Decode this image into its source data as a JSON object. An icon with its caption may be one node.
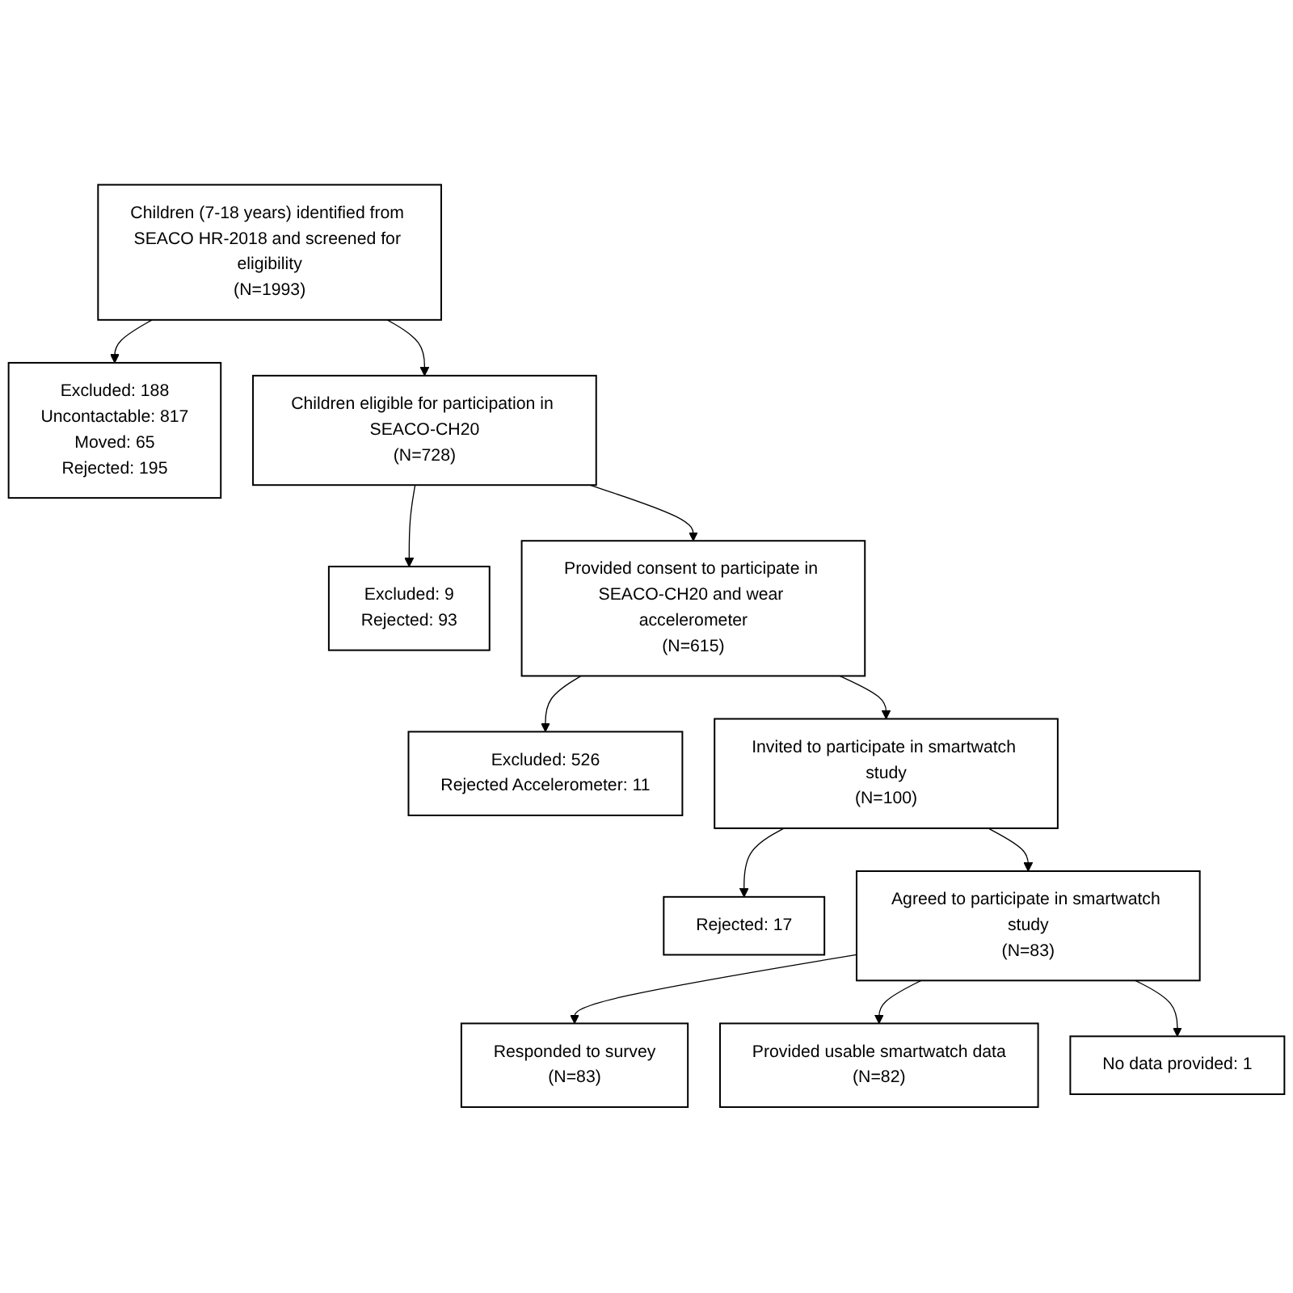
{
  "diagram": {
    "nodes": [
      {
        "text": [
          "Children (7-18 years) identified from SEACO HR-2018 and screened for eligibility",
          "(N=1993)"
        ]
      },
      {
        "text": [
          "Excluded: 188",
          "Uncontactable: 817",
          "Moved: 65",
          "Rejected: 195"
        ]
      },
      {
        "text": [
          "Children eligible for participation in SEACO-CH20",
          "(N=728)"
        ]
      },
      {
        "text": [
          "Excluded: 9",
          "Rejected: 93"
        ]
      },
      {
        "text": [
          "Provided consent to participate in SEACO-CH20 and wear accelerometer",
          "(N=615)"
        ]
      },
      {
        "text": [
          "Excluded: 526",
          "Rejected Accelerometer: 11"
        ]
      },
      {
        "text": [
          "Invited to participate in smartwatch study",
          "(N=100)"
        ]
      },
      {
        "text": [
          "Rejected: 17"
        ]
      },
      {
        "text": [
          "Agreed to participate in smartwatch study",
          "(N=83)"
        ]
      },
      {
        "text": [
          "No data provided: 1"
        ]
      },
      {
        "text": [
          "Responded to survey",
          "(N=83)"
        ]
      },
      {
        "text": [
          "Provided usable smartwatch data",
          "(N=82)"
        ]
      }
    ],
    "edges": [
      {
        "from": 0,
        "to": 2,
        "arrow": "to"
      },
      {
        "from": 0,
        "to": 1,
        "arrow": "to"
      },
      {
        "from": 2,
        "to": 4,
        "arrow": "to"
      },
      {
        "from": 2,
        "to": 3,
        "arrow": "to"
      },
      {
        "from": 4,
        "to": 6,
        "arrow": "to"
      },
      {
        "from": 4,
        "to": 5,
        "arrow": "to"
      },
      {
        "from": 6,
        "to": 8,
        "arrow": "to"
      },
      {
        "from": 6,
        "to": 7,
        "arrow": "to"
      },
      {
        "from": 8,
        "to": 10,
        "arrow": "to"
      },
      {
        "from": 8,
        "to": 11,
        "arrow": "to"
      },
      {
        "from": 8,
        "to": 9,
        "arrow": "to"
      }
    ]
  }
}
